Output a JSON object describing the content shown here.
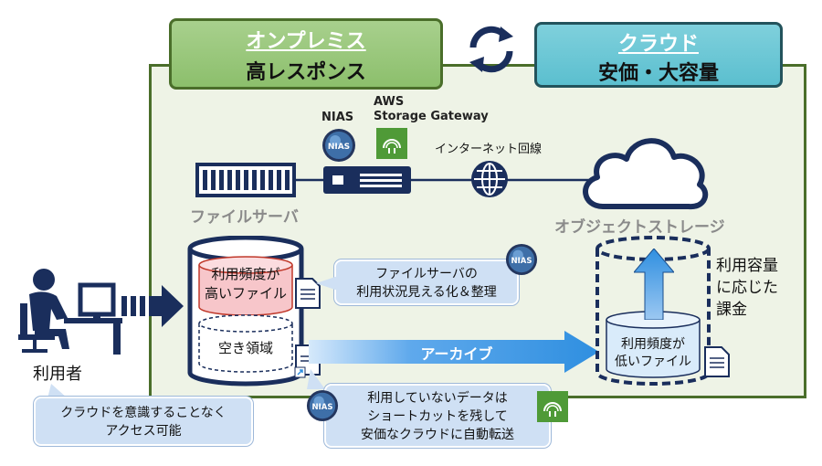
{
  "onprem": {
    "title": "オンプレミス",
    "subtitle": "高レスポンス"
  },
  "cloud": {
    "title": "クラウド",
    "subtitle": "安価・大容量"
  },
  "labels": {
    "nias": "NIAS",
    "aws_line1": "AWS",
    "aws_line2": "Storage Gateway",
    "internet": "インターネット回線",
    "file_server": "ファイルサーバ",
    "object_storage": "オブジェクトストレージ",
    "user": "利用者",
    "nias_badge": "NIAS"
  },
  "storage": {
    "high_freq_line1": "利用頻度が",
    "high_freq_line2": "高いファイル",
    "free_area": "空き領域",
    "low_freq_line1": "利用頻度が",
    "low_freq_line2": "低いファイル"
  },
  "archive": "アーカイブ",
  "billing": {
    "line1": "利用容量",
    "line2": "に応じた",
    "line3": "課金"
  },
  "callouts": {
    "visualize_line1": "ファイルサーバの",
    "visualize_line2": "利用状況見える化＆整理",
    "user_line1": "クラウドを意識することなく",
    "user_line2": "アクセス可能",
    "shortcut_line1": "利用していないデータは",
    "shortcut_line2": "ショートカットを残して",
    "shortcut_line3": "安価なクラウドに自動転送"
  },
  "colors": {
    "navy": "#1a2e5c",
    "green_border": "#4a6e2a",
    "panel_bg": "#eef3e6",
    "archive_blue": "#2f8fe0",
    "teal": "#5bbfcf"
  }
}
